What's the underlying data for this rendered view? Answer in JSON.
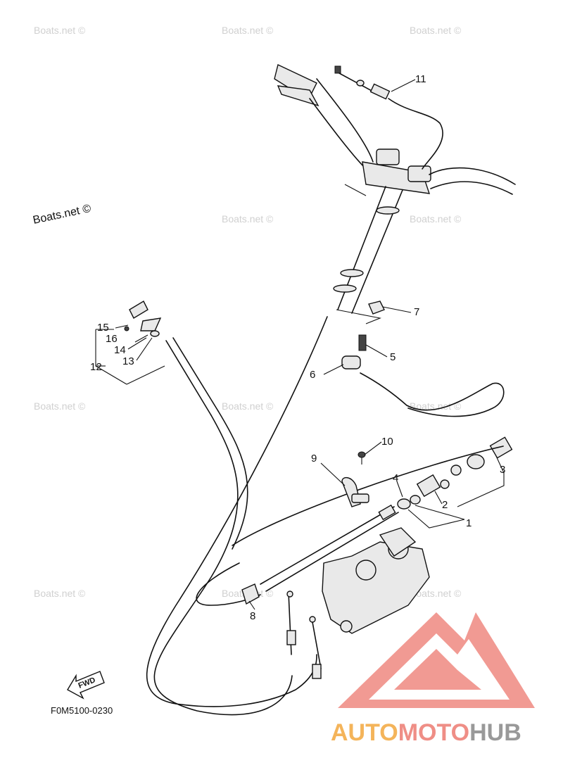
{
  "watermark_text": "Boats.net ©",
  "diagram_code": "F0M5100-0230",
  "fwd_label": "FWD",
  "logo": {
    "part1": "AUTO",
    "part2": "MOTO",
    "part3": "HUB"
  },
  "callouts": {
    "c1": "1",
    "c2": "2",
    "c3": "3",
    "c4": "4",
    "c5": "5",
    "c6": "6",
    "c7": "7",
    "c8": "8",
    "c9": "9",
    "c10": "10",
    "c11": "11",
    "c12": "12",
    "c13": "13",
    "c14": "14",
    "c15": "15",
    "c16": "16"
  },
  "colors": {
    "logo_triangle": "#f19a93",
    "logo_auto": "#f4b45a",
    "logo_moto": "#ef8e86",
    "logo_hub": "#999999",
    "watermark": "#d0d0d0"
  }
}
